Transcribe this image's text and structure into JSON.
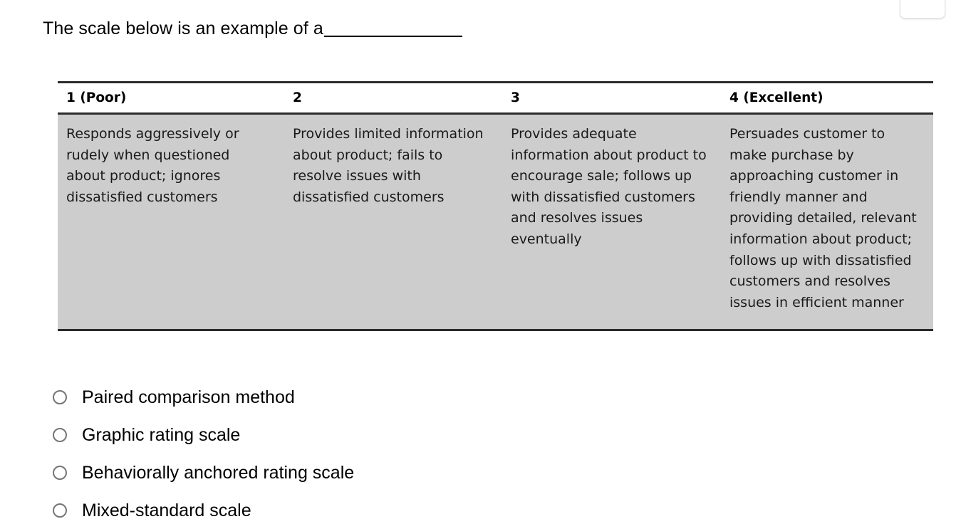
{
  "question": {
    "prefix": "The scale below is an example of a",
    "blank": "____________"
  },
  "corner": {
    "widget_name": "clipped-panel"
  },
  "rubric": {
    "headers": [
      "1 (Poor)",
      "2",
      "3",
      "4 (Excellent)"
    ],
    "cells": [
      "Responds aggressively or rudely when questioned about product; ignores dissatisfied customers",
      "Provides limited information about product; fails to resolve issues with dissatisfied customers",
      "Provides adequate information about product to encourage sale; follows up with dissatisfied customers and resolves issues eventually",
      "Persuades customer to make purchase by approaching customer in friendly manner and providing detailed, relevant information about product; follows up with dissatisfied customers and resolves issues in efficient manner"
    ],
    "fill_color": "#cdcdcd",
    "rule_color": "#2b2b2b"
  },
  "options": [
    {
      "label": "Paired comparison method",
      "selected": false
    },
    {
      "label": "Graphic rating scale",
      "selected": false
    },
    {
      "label": "Behaviorally anchored rating scale",
      "selected": false
    },
    {
      "label": "Mixed-standard scale",
      "selected": false
    }
  ]
}
